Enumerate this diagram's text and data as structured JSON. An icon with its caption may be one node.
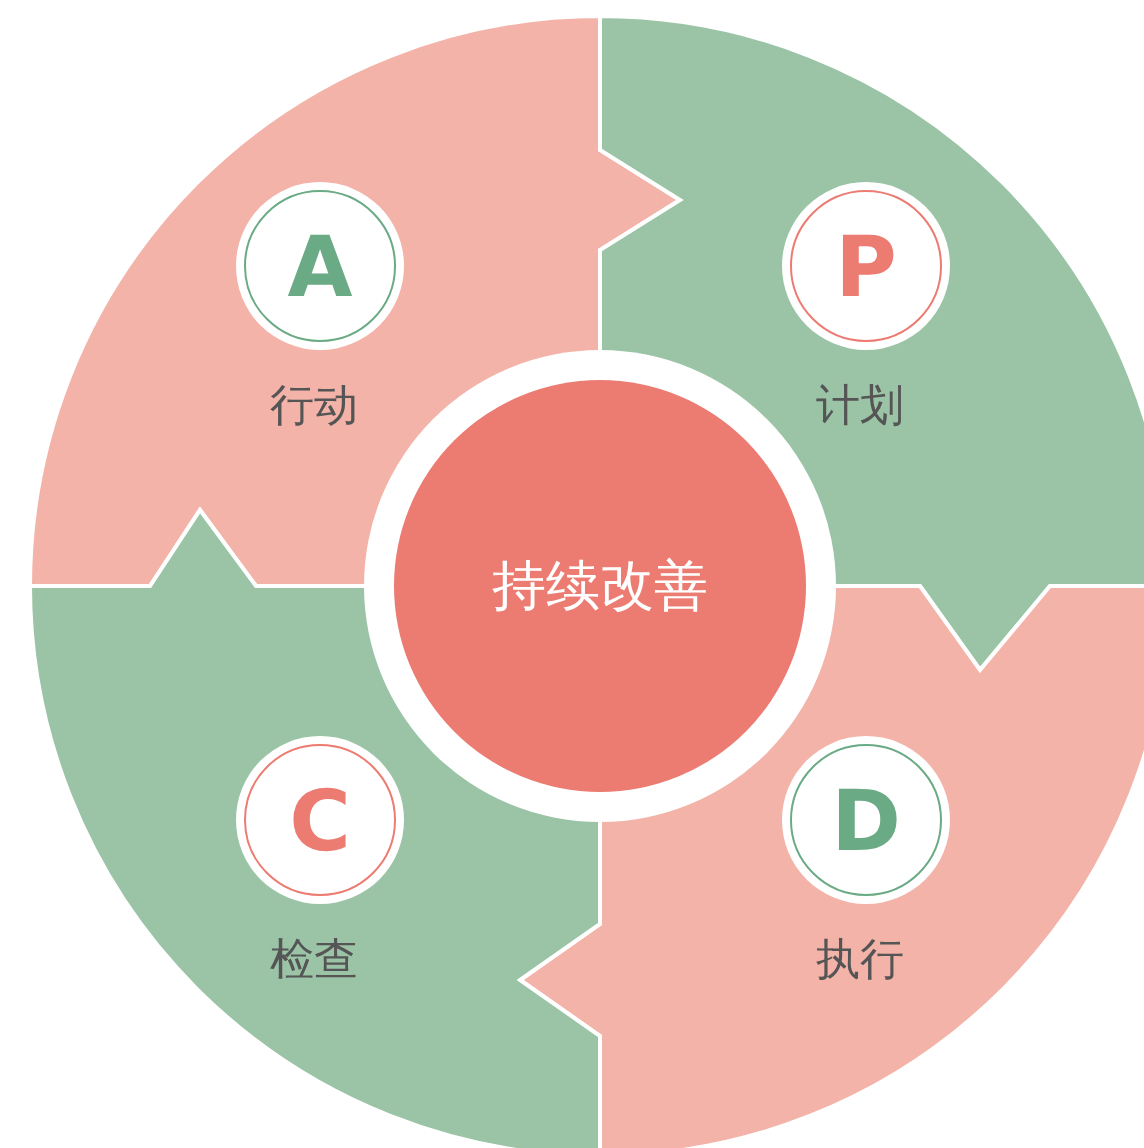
{
  "diagram": {
    "nodes": [
      {
        "text": [
          "持续改善"
        ]
      },
      {
        "text": [
          "P",
          "计划"
        ]
      },
      {
        "text": [
          "D",
          "执行"
        ]
      },
      {
        "text": [
          "C",
          "检查"
        ]
      },
      {
        "text": [
          "A",
          "行动"
        ]
      }
    ]
  }
}
